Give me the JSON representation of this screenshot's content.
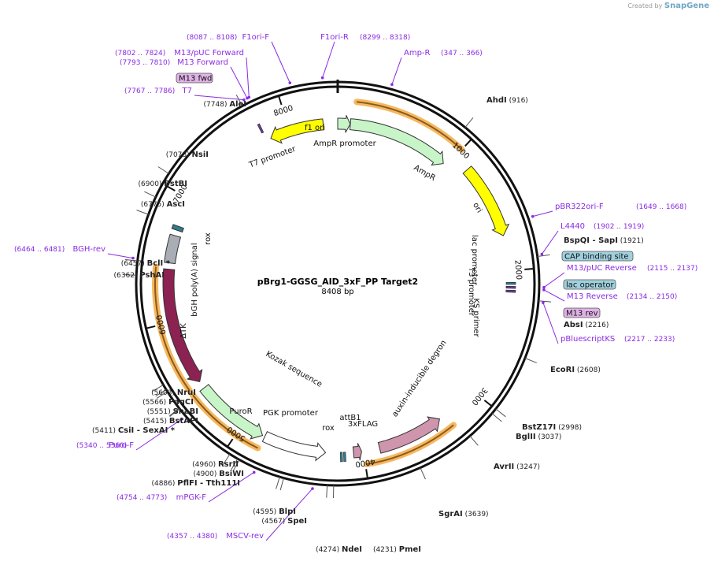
{
  "attribution": {
    "text": "Created by",
    "brand": "SnapGene"
  },
  "plasmid": {
    "name": "pBrg1-GGSG_AID_3xF_PP Target2",
    "length_label": "8408 bp",
    "length": 8408
  },
  "colors": {
    "enzyme": "#222222",
    "primer": "#8a2be2",
    "feature_line": "#555555",
    "yellow": "#ffff00",
    "green": "#c8f5c8",
    "white": "#ffffff",
    "maroon": "#8b2252",
    "pink": "#cf95ad",
    "gray": "#a9aeb6",
    "teal": "#2e7d8c",
    "box_blue": "#a0d0de",
    "box_purple": "#dfb3e6",
    "highlight": "#f5b860"
  },
  "ruler": [
    {
      "pos": 1000,
      "label": "1000"
    },
    {
      "pos": 2000,
      "label": "2000"
    },
    {
      "pos": 3000,
      "label": "3000"
    },
    {
      "pos": 4000,
      "label": "4000"
    },
    {
      "pos": 5000,
      "label": "5000"
    },
    {
      "pos": 6000,
      "label": "6000"
    },
    {
      "pos": 7000,
      "label": "7000"
    },
    {
      "pos": 8000,
      "label": "8000"
    }
  ],
  "ring_features": [
    {
      "name": "AmpR promoter",
      "start": 8408,
      "end": 105,
      "color": "green",
      "dir": 1,
      "label_pos": 60
    },
    {
      "name": "AmpR",
      "start": 106,
      "end": 966,
      "color": "green",
      "dir": 1,
      "label_pos": 680
    },
    {
      "name": "ori",
      "start": 1137,
      "end": 1725,
      "color": "yellow",
      "dir": 1,
      "label_pos": 1390
    },
    {
      "name": "f1 ori",
      "start": 7830,
      "end": 8286,
      "color": "yellow",
      "dir": -1,
      "label_pos": 8050
    },
    {
      "name": "auxin-inducible degron",
      "start": 3340,
      "end": 3870,
      "color": "pink",
      "dir": -1,
      "label_pos": 3560
    },
    {
      "name": "3xFLAG",
      "start": 4014,
      "end": 4079,
      "color": "pink",
      "dir": -1,
      "label_pos": 4060
    },
    {
      "name": "PGK promoter",
      "start": 4300,
      "end": 4800,
      "color": "white",
      "dir": -1,
      "label_pos": 4640
    },
    {
      "name": "PuroR",
      "start": 4820,
      "end": 5420,
      "color": "green",
      "dir": -1,
      "label_pos": 5110
    },
    {
      "name": "ΔTK",
      "start": 5480,
      "end": 6420,
      "color": "maroon",
      "dir": -1,
      "label_pos": 5980
    },
    {
      "name": "bGH poly(A) signal",
      "start": 6470,
      "end": 6690,
      "color": "gray",
      "dir": 0,
      "label_pos": 6560
    },
    {
      "name": "rox",
      "start": 6735,
      "end": 6768,
      "color": "teal",
      "dir": 0,
      "label_pos": 6760
    }
  ],
  "inner_labels": [
    {
      "text": "AmpR promoter"
    },
    {
      "text": "AmpR"
    },
    {
      "text": "ori"
    },
    {
      "text": "lac promoter"
    },
    {
      "text": "T3 promoter"
    },
    {
      "text": "KS primer"
    },
    {
      "text": "auxin-inducible degron"
    },
    {
      "text": "attB1"
    },
    {
      "text": "3xFLAG"
    },
    {
      "text": "rox"
    },
    {
      "text": "PGK promoter"
    },
    {
      "text": "Kozak sequence"
    },
    {
      "text": "PuroR"
    },
    {
      "text": "ΔTK"
    },
    {
      "text": "bGH poly(A) signal"
    },
    {
      "text": "rox"
    },
    {
      "text": "T7 promoter"
    },
    {
      "text": "f1 ori"
    }
  ],
  "highlight_arcs": [
    {
      "start": 140,
      "end": 1000
    },
    {
      "start": 3285,
      "end": 3990
    },
    {
      "start": 4810,
      "end": 5430
    },
    {
      "start": 5470,
      "end": 6430
    }
  ],
  "primers": [
    {
      "name": "F1ori-F",
      "range": "(8087 .. 8108)",
      "pos": 8095
    },
    {
      "name": "F1ori-R",
      "range": "(8299 .. 8318)",
      "pos": 8309
    },
    {
      "name": "Amp-R",
      "range": "(347 .. 366)",
      "pos": 356
    },
    {
      "name": "M13/pUC Forward",
      "range": "(7802 .. 7824)",
      "pos": 7813
    },
    {
      "name": "M13 Forward",
      "range": "(7793 .. 7810)",
      "pos": 7800
    },
    {
      "name": "T7",
      "range": "(7767 .. 7786)",
      "pos": 7776
    },
    {
      "name": "pBR322ori-F",
      "range": "(1649 .. 1668)",
      "pos": 1658
    },
    {
      "name": "L4440",
      "range": "(1902 .. 1919)",
      "pos": 1910
    },
    {
      "name": "M13/pUC Reverse",
      "range": "(2115 .. 2137)",
      "pos": 2126
    },
    {
      "name": "M13 Reverse",
      "range": "(2134 .. 2150)",
      "pos": 2142
    },
    {
      "name": "pBluescriptKS",
      "range": "(2217 .. 2233)",
      "pos": 2225
    },
    {
      "name": "BGH-rev",
      "range": "(6464 .. 6481)",
      "pos": 6472
    },
    {
      "name": "Puro-F",
      "range": "(5340 .. 5360)",
      "pos": 5350
    },
    {
      "name": "mPGK-F",
      "range": "(4754 .. 4773)",
      "pos": 4763
    },
    {
      "name": "MSCV-rev",
      "range": "(4357 .. 4380)",
      "pos": 4368
    }
  ],
  "enzymes": [
    {
      "name": "AhdI",
      "pos": "(916)"
    },
    {
      "name": "BspQI",
      "sep": "- SapI",
      "pos": "(1921)"
    },
    {
      "name": "AbsI",
      "pos": "(2216)"
    },
    {
      "name": "EcoRI",
      "pos": "(2608)"
    },
    {
      "name": "BstZ17I",
      "pos": "(2998)"
    },
    {
      "name": "BglII",
      "pos": "(3037)"
    },
    {
      "name": "AvrII",
      "pos": "(3247)"
    },
    {
      "name": "SgrAI",
      "pos": "(3639)"
    },
    {
      "name": "PmeI",
      "pos": "(4231)"
    },
    {
      "name": "NdeI",
      "pos": "(4274)"
    },
    {
      "name": "SpeI",
      "pos": "(4567)"
    },
    {
      "name": "BlpI",
      "pos": "(4595)"
    },
    {
      "name": "PflFI",
      "sep": "- Tth111I",
      "pos": "(4886)"
    },
    {
      "name": "BsiWI",
      "pos": "(4900)"
    },
    {
      "name": "RsrII",
      "pos": "(4960)"
    },
    {
      "name": "CsiI",
      "sep": "- SexAI *",
      "pos": "(5411)"
    },
    {
      "name": "BstAPI",
      "pos": "(5415)"
    },
    {
      "name": "SnaBI",
      "pos": "(5551)"
    },
    {
      "name": "PaqCI",
      "pos": "(5566)"
    },
    {
      "name": "NruI",
      "pos": "(5603)"
    },
    {
      "name": "PshAI",
      "pos": "(6362)"
    },
    {
      "name": "BclI *",
      "pos": "(6457)"
    },
    {
      "name": "AscI",
      "pos": "(6775)"
    },
    {
      "name": "BstBI",
      "pos": "(6900)"
    },
    {
      "name": "NsiI",
      "pos": "(7078)"
    },
    {
      "name": "AleI",
      "pos": "(7748)"
    }
  ],
  "boxed_features": [
    {
      "text": "M13 fwd",
      "style": "box_purple"
    },
    {
      "text": "CAP binding site",
      "style": "box_blue"
    },
    {
      "text": "lac operator",
      "style": "box_blue"
    },
    {
      "text": "M13 rev",
      "style": "box_purple"
    }
  ]
}
